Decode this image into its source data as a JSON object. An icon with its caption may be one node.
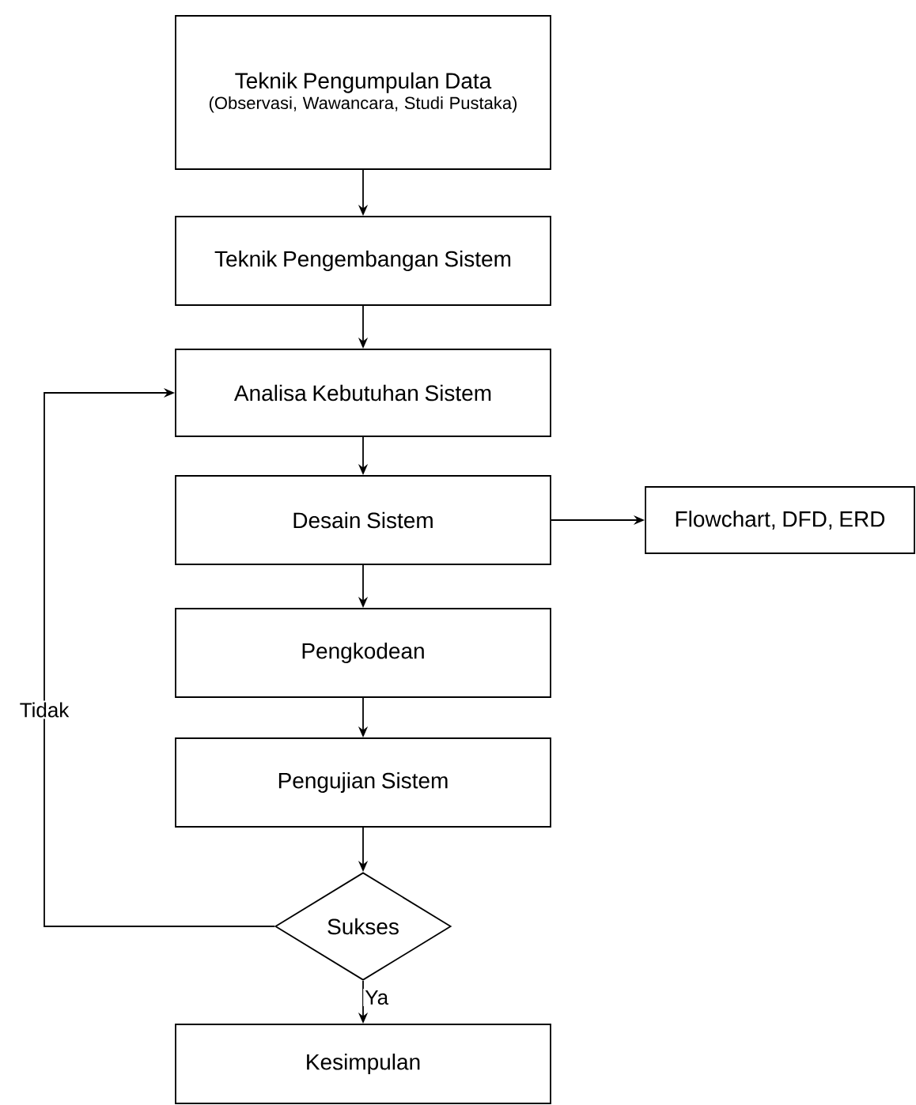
{
  "diagram": {
    "nodes": [
      {
        "text": [
          "Teknik Pengumpulan Data",
          "(Observasi, Wawancara, Studi Pustaka)"
        ]
      },
      {
        "text": [
          "Teknik Pengembangan Sistem"
        ]
      },
      {
        "text": [
          "Analisa Kebutuhan Sistem"
        ]
      },
      {
        "text": [
          "Desain Sistem"
        ]
      },
      {
        "text": [
          "Flowchart, DFD, ERD"
        ]
      },
      {
        "text": [
          "Pengkodean"
        ]
      },
      {
        "text": [
          "Pengujian Sistem"
        ]
      },
      {
        "text": [
          "Sukses"
        ]
      },
      {
        "text": [
          "Kesimpulan"
        ]
      }
    ],
    "edges": [
      {
        "from": 0,
        "to": 1,
        "arrow": "to"
      },
      {
        "from": 1,
        "to": 2,
        "arrow": "to"
      },
      {
        "from": 2,
        "to": 3,
        "arrow": "to"
      },
      {
        "from": 3,
        "to": 4,
        "arrow": "to"
      },
      {
        "from": 3,
        "to": 5,
        "arrow": "to"
      },
      {
        "from": 5,
        "to": 6,
        "arrow": "to"
      },
      {
        "from": 6,
        "to": 7,
        "arrow": "to"
      },
      {
        "from": 7,
        "to": 8,
        "arrow": "to",
        "label": "Ya"
      },
      {
        "from": 7,
        "to": 2,
        "arrow": "to",
        "label": "Tidak"
      }
    ]
  }
}
